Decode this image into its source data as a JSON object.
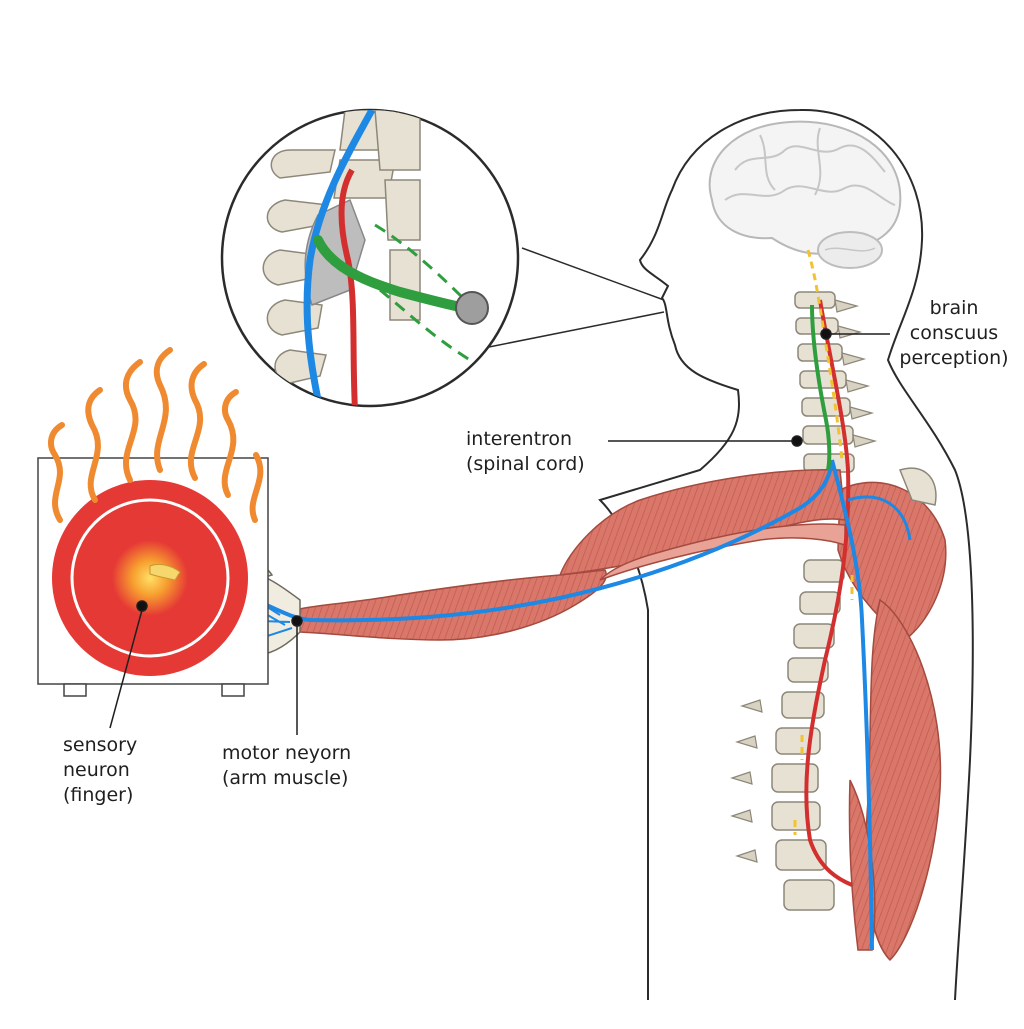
{
  "labels": {
    "brain": [
      "brain",
      "conscuus",
      "perception)"
    ],
    "interneuron": [
      "interentron",
      "(spinal cord)"
    ],
    "sensory": [
      "sensory",
      "neuron",
      "(finger)"
    ],
    "motor": [
      "motor neyorn",
      "(arm muscle)"
    ]
  },
  "colors": {
    "sensory_nerve": "#1e88e5",
    "motor_nerve": "#d32f2f",
    "interneuron": "#2e9e3e",
    "signal_dash": "#f2c230",
    "muscle": "#d9776a",
    "bone": "#e6e1d2",
    "heat": "#e53935",
    "flame": "#f08a30"
  }
}
